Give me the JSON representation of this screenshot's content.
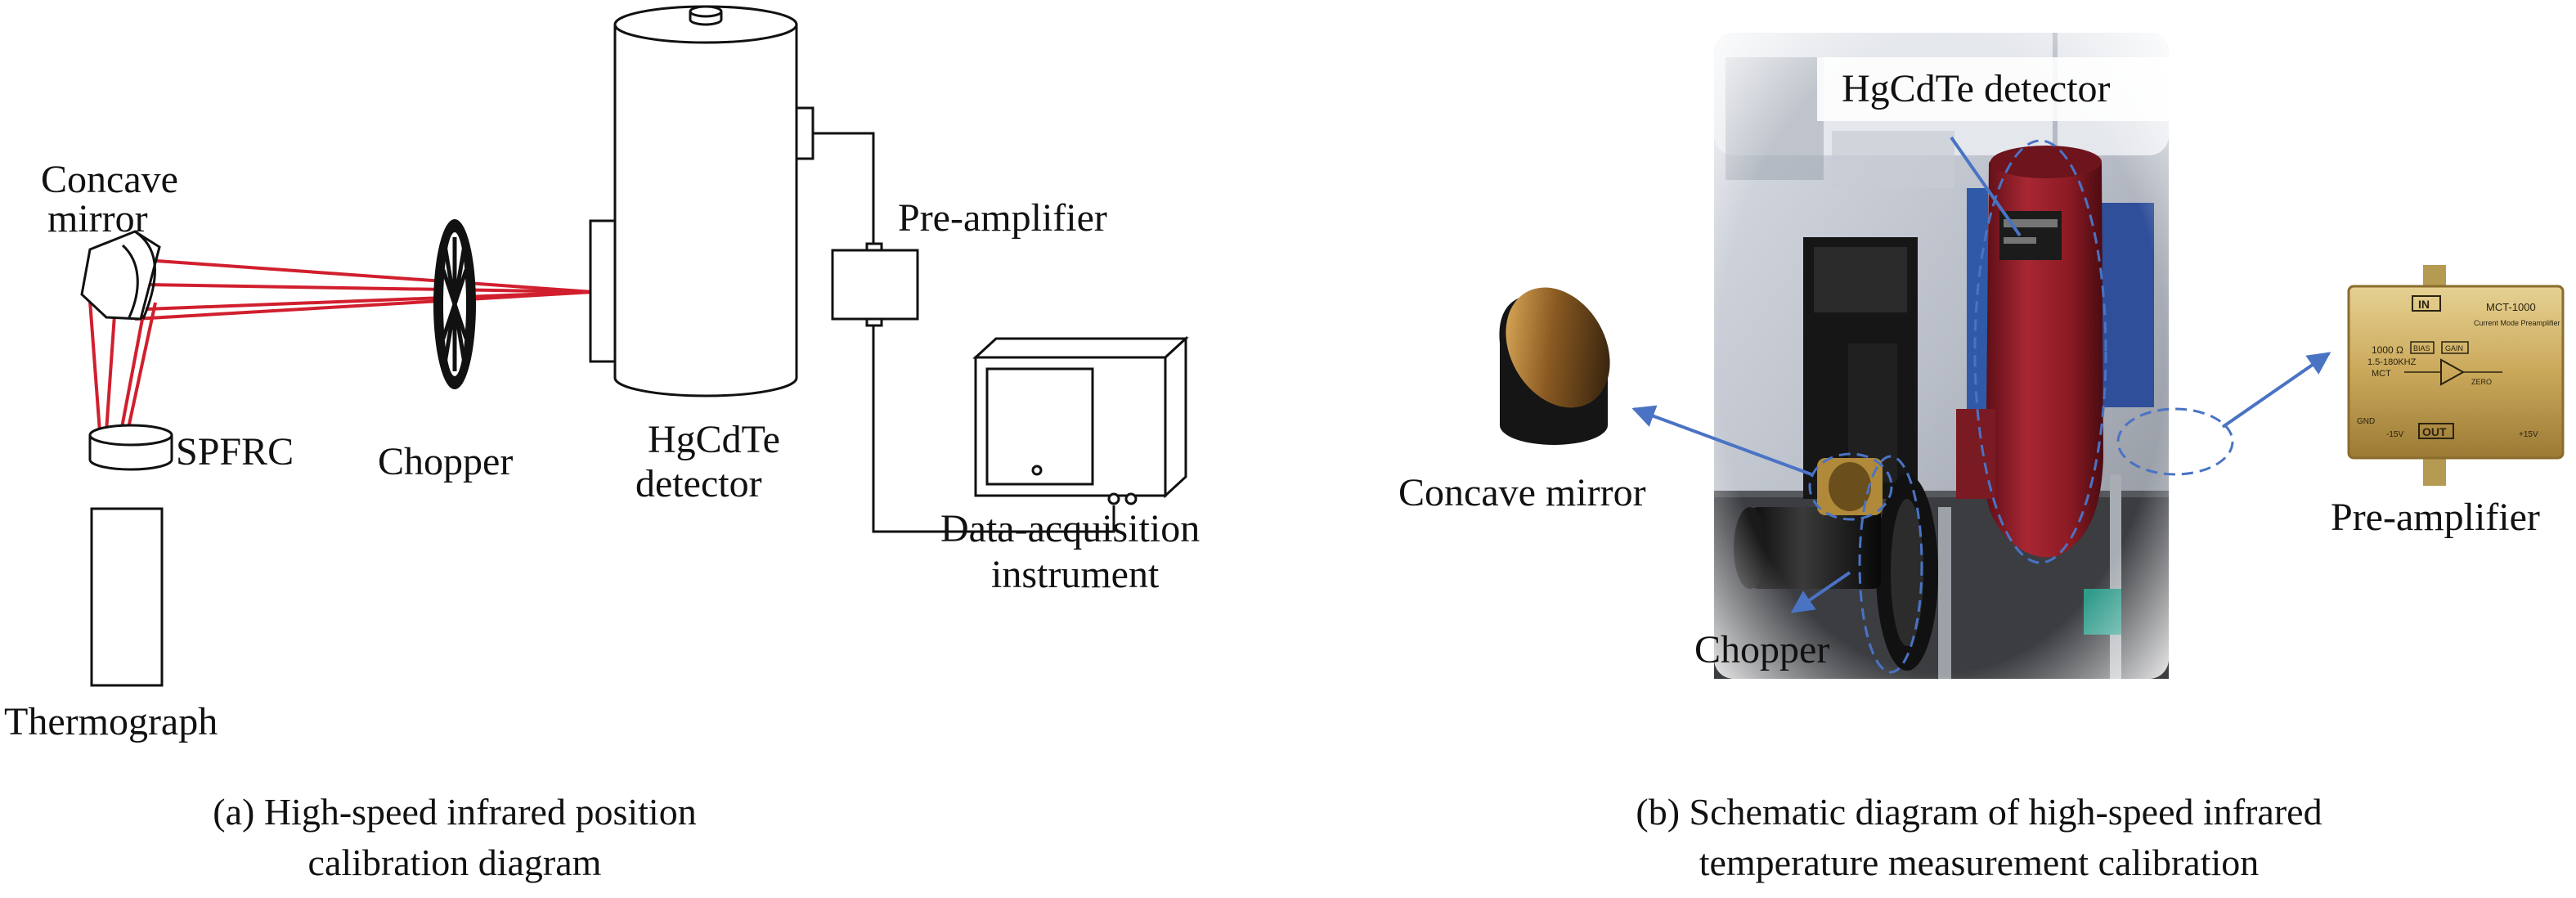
{
  "panel_a": {
    "labels": {
      "concave_mirror_line1": "Concave",
      "concave_mirror_line2": "mirror",
      "spfrc": "SPFRC",
      "thermograph": "Thermograph",
      "chopper": "Chopper",
      "detector_line1": "HgCdTe",
      "detector_line2": "detector",
      "pre_amplifier": "Pre-amplifier",
      "daq_line1": "Data-acquisition",
      "daq_line2": "instrument"
    },
    "caption_line1": "(a) High-speed infrared position",
    "caption_line2": "calibration diagram"
  },
  "panel_b": {
    "labels": {
      "detector": "HgCdTe detector",
      "concave_mirror": "Concave mirror",
      "chopper": "Chopper",
      "pre_amplifier": "Pre-amplifier"
    },
    "amp_text": {
      "model": "MCT-1000",
      "sub": "Current Mode Preamplifier",
      "in": "IN",
      "out": "OUT",
      "spec1": "1000 Ω",
      "spec2": "1.5-180KHZ",
      "mct": "MCT",
      "bias": "BIAS",
      "gain": "GAIN",
      "zero": "ZERO",
      "gnd": "GND",
      "neg": "-15V",
      "pos": "+15V"
    },
    "caption_line1": "(b) Schematic diagram of high-speed infrared",
    "caption_line2": "temperature measurement calibration"
  },
  "colors": {
    "laser": "#d11f2e",
    "pointer": "#4a73c4",
    "detector_red": "#8e1b24",
    "brass": "#c8a24a"
  }
}
